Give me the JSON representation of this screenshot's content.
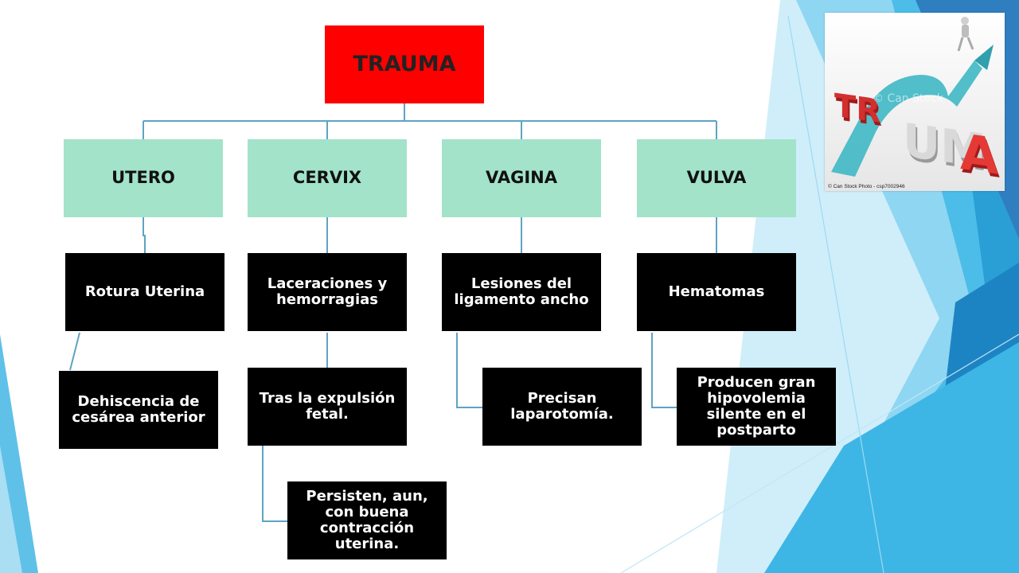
{
  "root": {
    "label": "TRAUMA"
  },
  "branches": [
    {
      "label": "UTERO",
      "items": [
        "Rotura Uterina",
        "Dehiscencia de cesárea anterior"
      ]
    },
    {
      "label": "CERVIX",
      "items": [
        "Laceraciones y hemorragias",
        "Tras la expulsión fetal.",
        "Persisten, aun, con buena contracción uterina."
      ]
    },
    {
      "label": "VAGINA",
      "items": [
        "Lesiones del ligamento ancho",
        "Precisan laparotomía."
      ]
    },
    {
      "label": "VULVA",
      "items": [
        "Hematomas",
        "Producen gran hipovolemia silente en el postparto"
      ]
    }
  ],
  "image": {
    "logo_text": "TRAUMA",
    "watermark": "© Can Stock",
    "caption": "© Can Stock Photo - csp7002946"
  },
  "colors": {
    "root": "#ff0000",
    "category": "#a2e3c9",
    "box": "#000000",
    "connector": "#5ea3c4"
  }
}
